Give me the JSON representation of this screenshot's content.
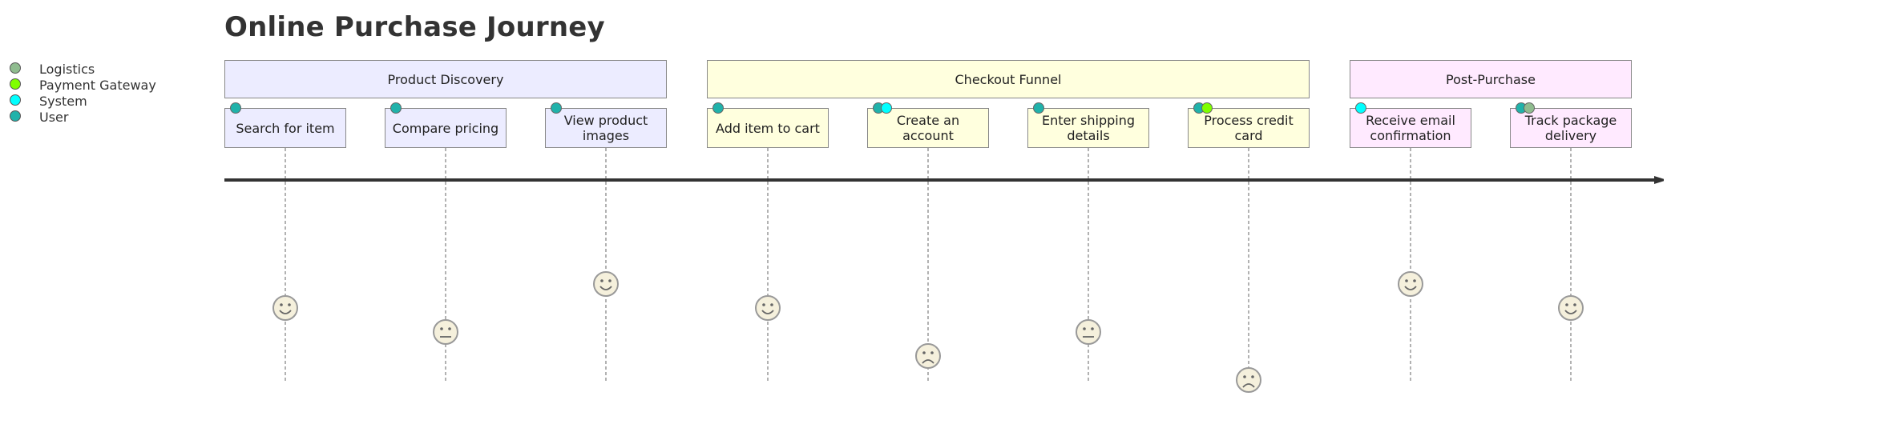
{
  "title": "Online Purchase Journey",
  "colors": {
    "section_product_discovery": "#ececff",
    "section_checkout_funnel": "#ffffde",
    "section_post_purchase": "#ffeaff",
    "face_fill": "#f5f0dc",
    "line": "#333333"
  },
  "actors": [
    {
      "name": "Logistics",
      "color": "#8fbc8f"
    },
    {
      "name": "Payment Gateway",
      "color": "#7fff00"
    },
    {
      "name": "System",
      "color": "#00ffff"
    },
    {
      "name": "User",
      "color": "#20b2aa"
    }
  ],
  "sections": [
    {
      "name": "Product Discovery",
      "color": "#ececff",
      "tasks": [
        {
          "label": "Search for item",
          "score": 4,
          "mood": "happy",
          "actors": [
            "User"
          ]
        },
        {
          "label": "Compare pricing",
          "score": 3,
          "mood": "neutral",
          "actors": [
            "User"
          ]
        },
        {
          "label": "View product images",
          "score": 5,
          "mood": "happy",
          "actors": [
            "User"
          ]
        }
      ]
    },
    {
      "name": "Checkout Funnel",
      "color": "#ffffde",
      "tasks": [
        {
          "label": "Add item to cart",
          "score": 4,
          "mood": "happy",
          "actors": [
            "User"
          ]
        },
        {
          "label": "Create an account",
          "score": 2,
          "mood": "sad",
          "actors": [
            "User",
            "System"
          ]
        },
        {
          "label": "Enter shipping details",
          "score": 3,
          "mood": "neutral",
          "actors": [
            "User"
          ]
        },
        {
          "label": "Process credit card",
          "score": 1,
          "mood": "sad",
          "actors": [
            "User",
            "Payment Gateway"
          ]
        }
      ]
    },
    {
      "name": "Post-Purchase",
      "color": "#ffeaff",
      "tasks": [
        {
          "label": "Receive email confirmation",
          "score": 5,
          "mood": "happy",
          "actors": [
            "System"
          ]
        },
        {
          "label": "Track package delivery",
          "score": 4,
          "mood": "happy",
          "actors": [
            "User",
            "Logistics"
          ]
        }
      ]
    }
  ]
}
